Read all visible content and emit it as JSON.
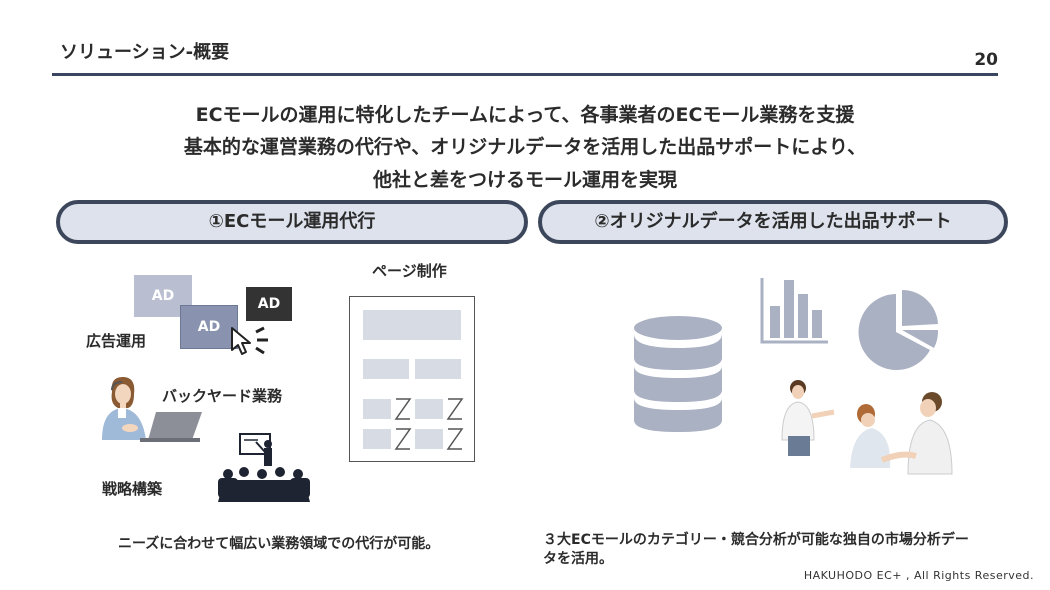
{
  "header": {
    "title": "ソリューション-概要",
    "page_number": "20"
  },
  "lead_lines": [
    "ECモールの運用に特化したチームによって、各事業者のECモール業務を支援",
    "基本的な運営業務の代行や、オリジナルデータを活用した出品サポートにより、",
    "他社と差をつけるモール運用を実現"
  ],
  "left": {
    "heading": "①ECモール運用代行",
    "labels": {
      "ads": "広告運用",
      "backyard": "バックヤード業務",
      "strategy": "戦略構築",
      "page": "ページ制作"
    },
    "ad_badge": "AD",
    "footnote": "ニーズに合わせて幅広い業務領域での代行が可能。"
  },
  "right": {
    "heading": "②オリジナルデータを活用した出品サポート",
    "footnote_line1": "３大ECモールのカテゴリー・競合分析が可能な独自の市場分析デー",
    "footnote_line2": "タを活用。"
  },
  "footer": {
    "copyright": "HAKUHODO EC+ , All Rights Reserved."
  },
  "colors": {
    "navy": "#3d475c",
    "pill_fill": "#dde2ec",
    "icon_gray": "#aab1c2",
    "ad_blue": "#8993b0",
    "ad_light": "#b9bfd0",
    "ad_dark": "#333333"
  },
  "icons": [
    "cursor-icon",
    "database-icon",
    "bar-chart-icon",
    "pie-chart-icon"
  ]
}
